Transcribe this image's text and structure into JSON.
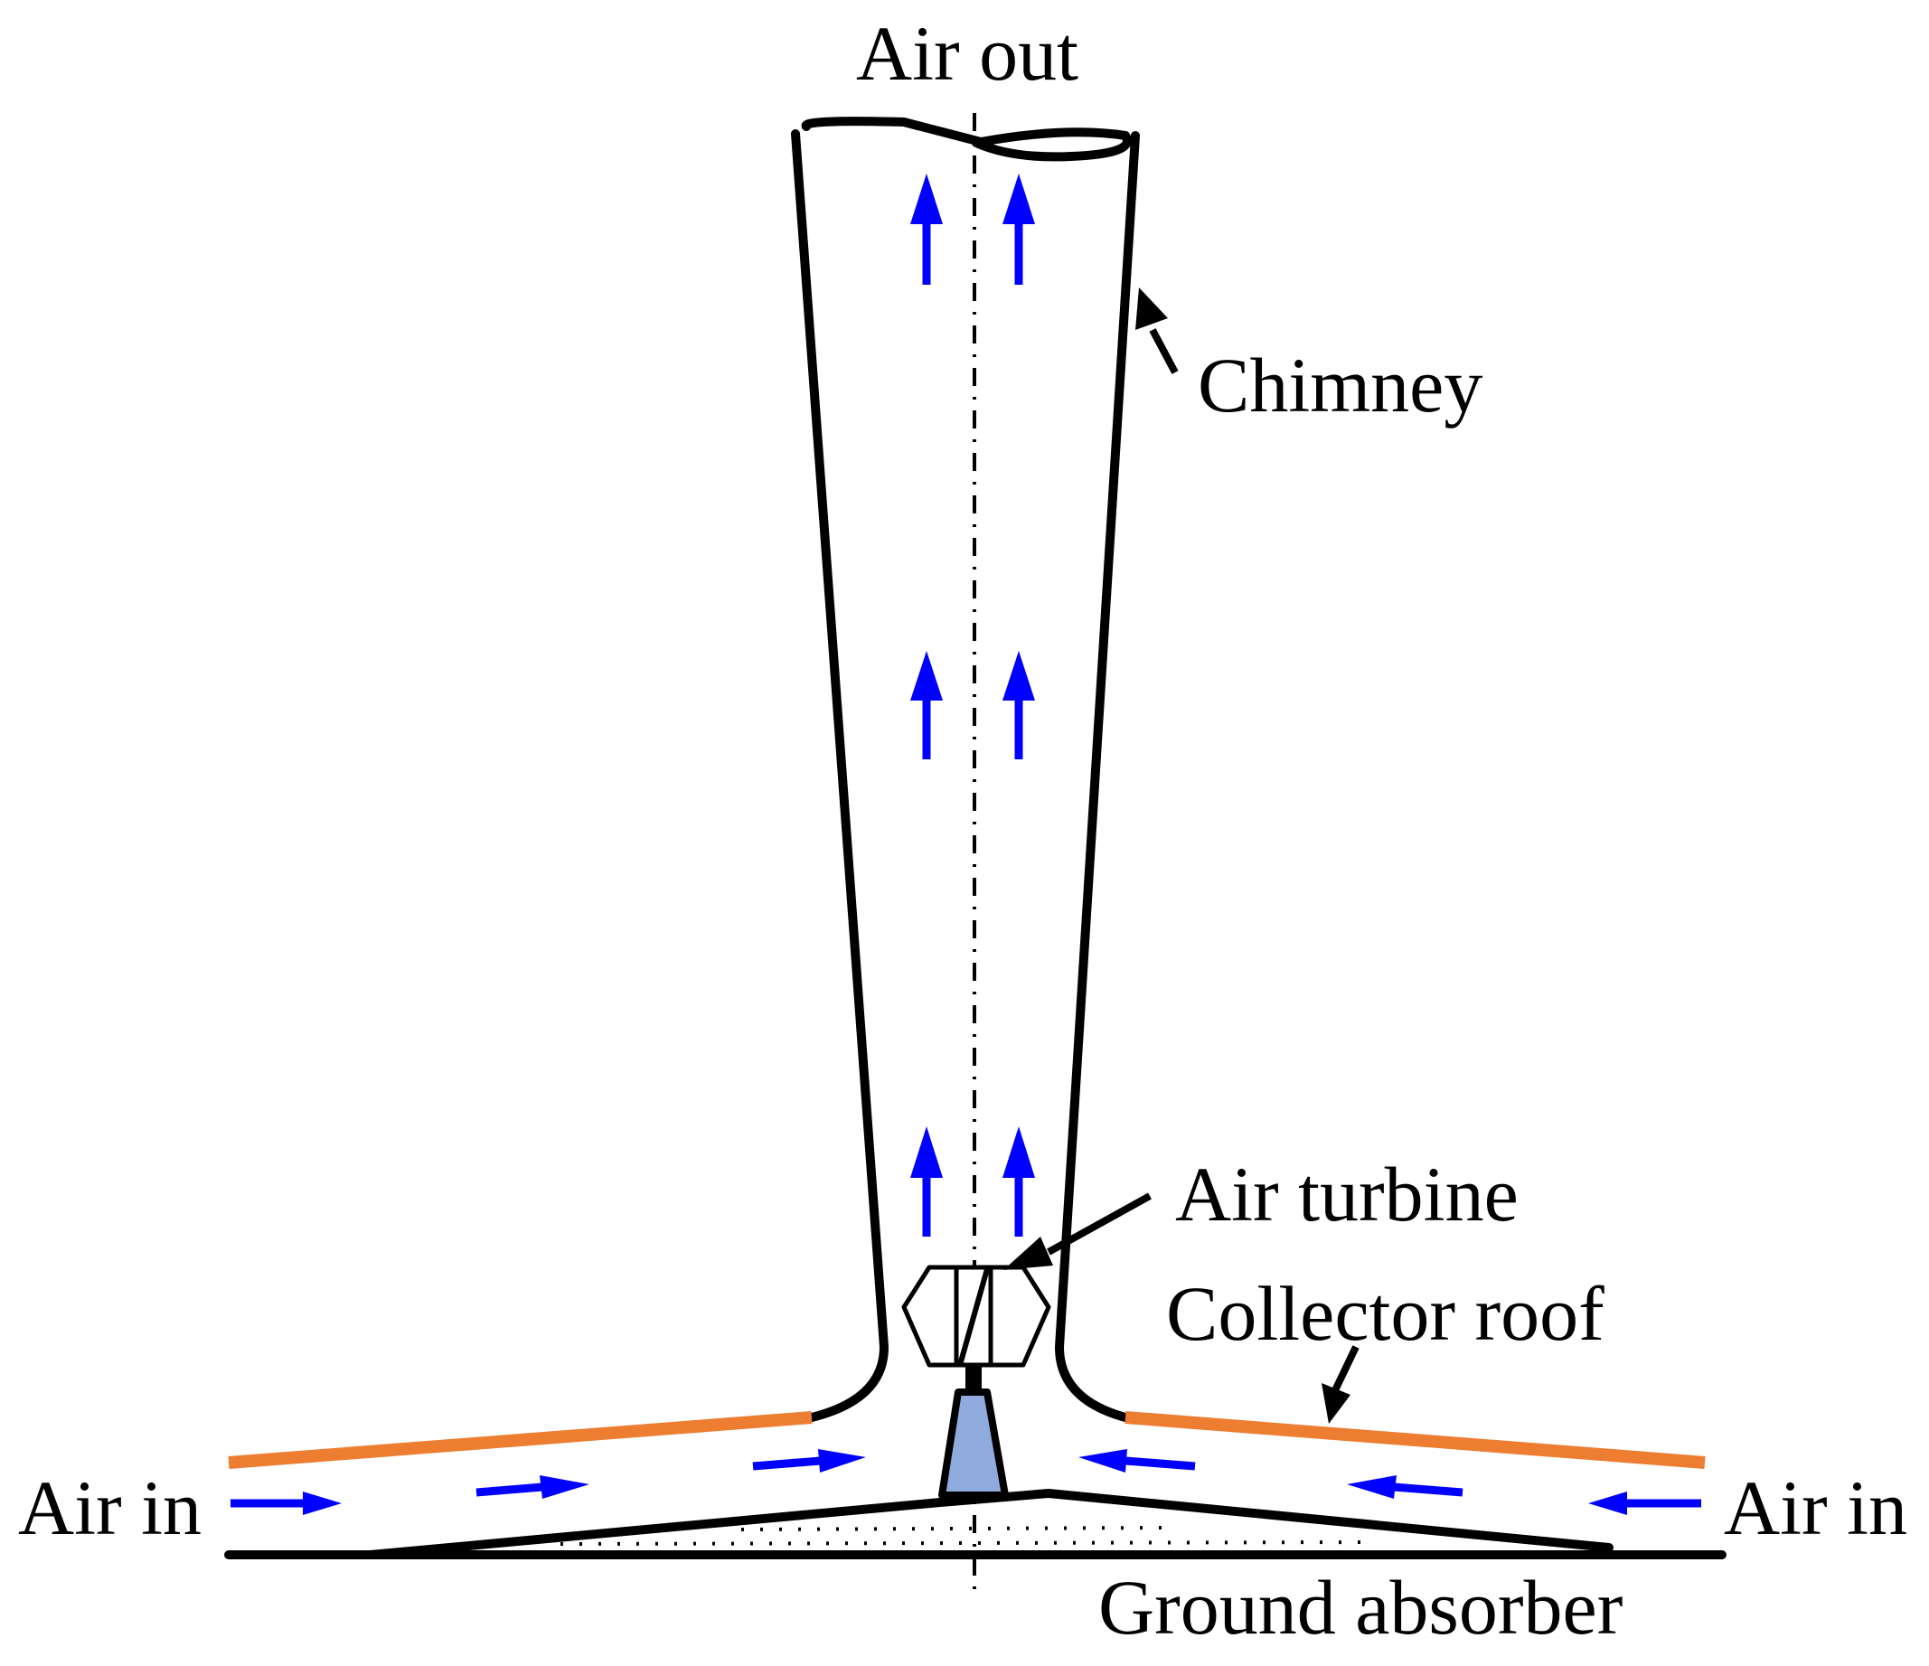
{
  "labels": {
    "air_out": "Air out",
    "chimney": "Chimney",
    "air_turbine": "Air turbine",
    "collector_roof": "Collector roof",
    "air_in_left": "Air in",
    "air_in_right": "Air in",
    "ground_absorber": "Ground absorber"
  },
  "colors": {
    "airflow_arrows": "#0000FF",
    "collector_roof": "#ED7D31",
    "turbine_base": "#8FAADC",
    "outline": "#000000"
  },
  "icons": {
    "airflow": "arrow",
    "turbine": "hexagon-rotor"
  }
}
